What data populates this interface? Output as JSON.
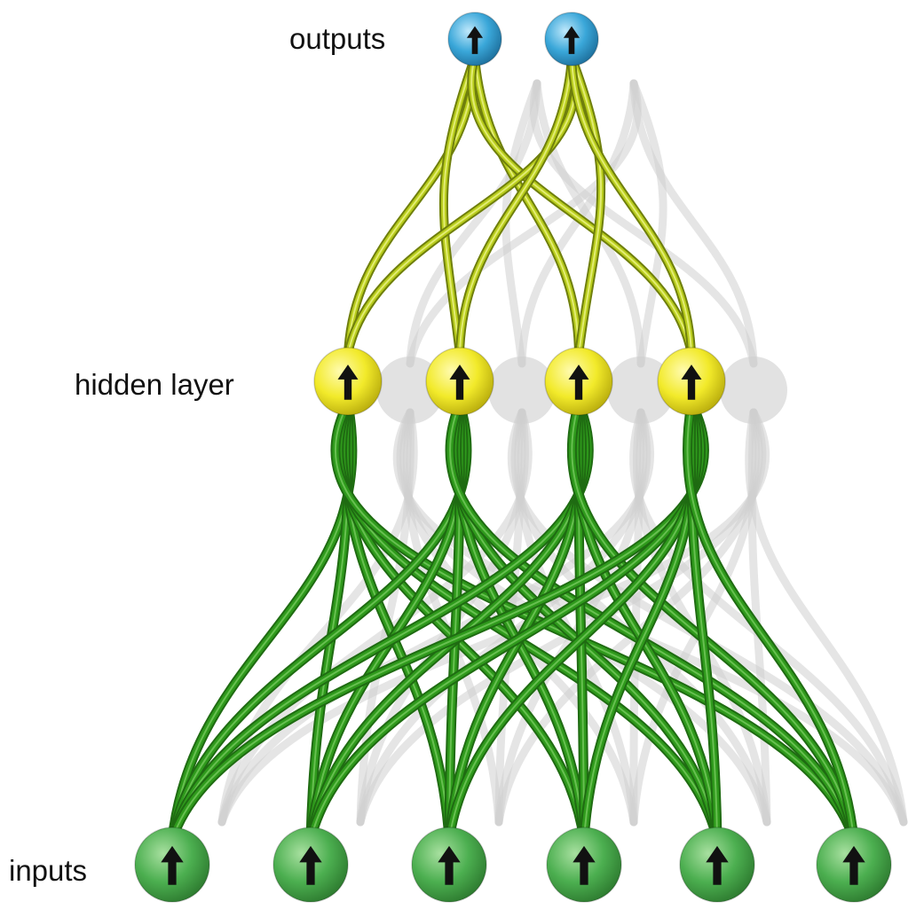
{
  "labels": {
    "outputs": "outputs",
    "hidden": "hidden layer",
    "inputs": "inputs"
  },
  "layers": {
    "outputs": {
      "count": 2,
      "icon": "up-arrow-icon"
    },
    "hidden": {
      "count": 4,
      "icon": "up-arrow-icon"
    },
    "inputs": {
      "count": 6,
      "icon": "up-arrow-icon"
    }
  },
  "connections": "fully-connected",
  "colors": {
    "output_node": "#3aa7d9",
    "hidden_node": "#f2ea2a",
    "input_node": "#4caf50",
    "output_edge": "#b8cc1c",
    "input_edge": "#2f9a1c",
    "shadow": "#cfcfcf",
    "arrow": "#111111"
  }
}
